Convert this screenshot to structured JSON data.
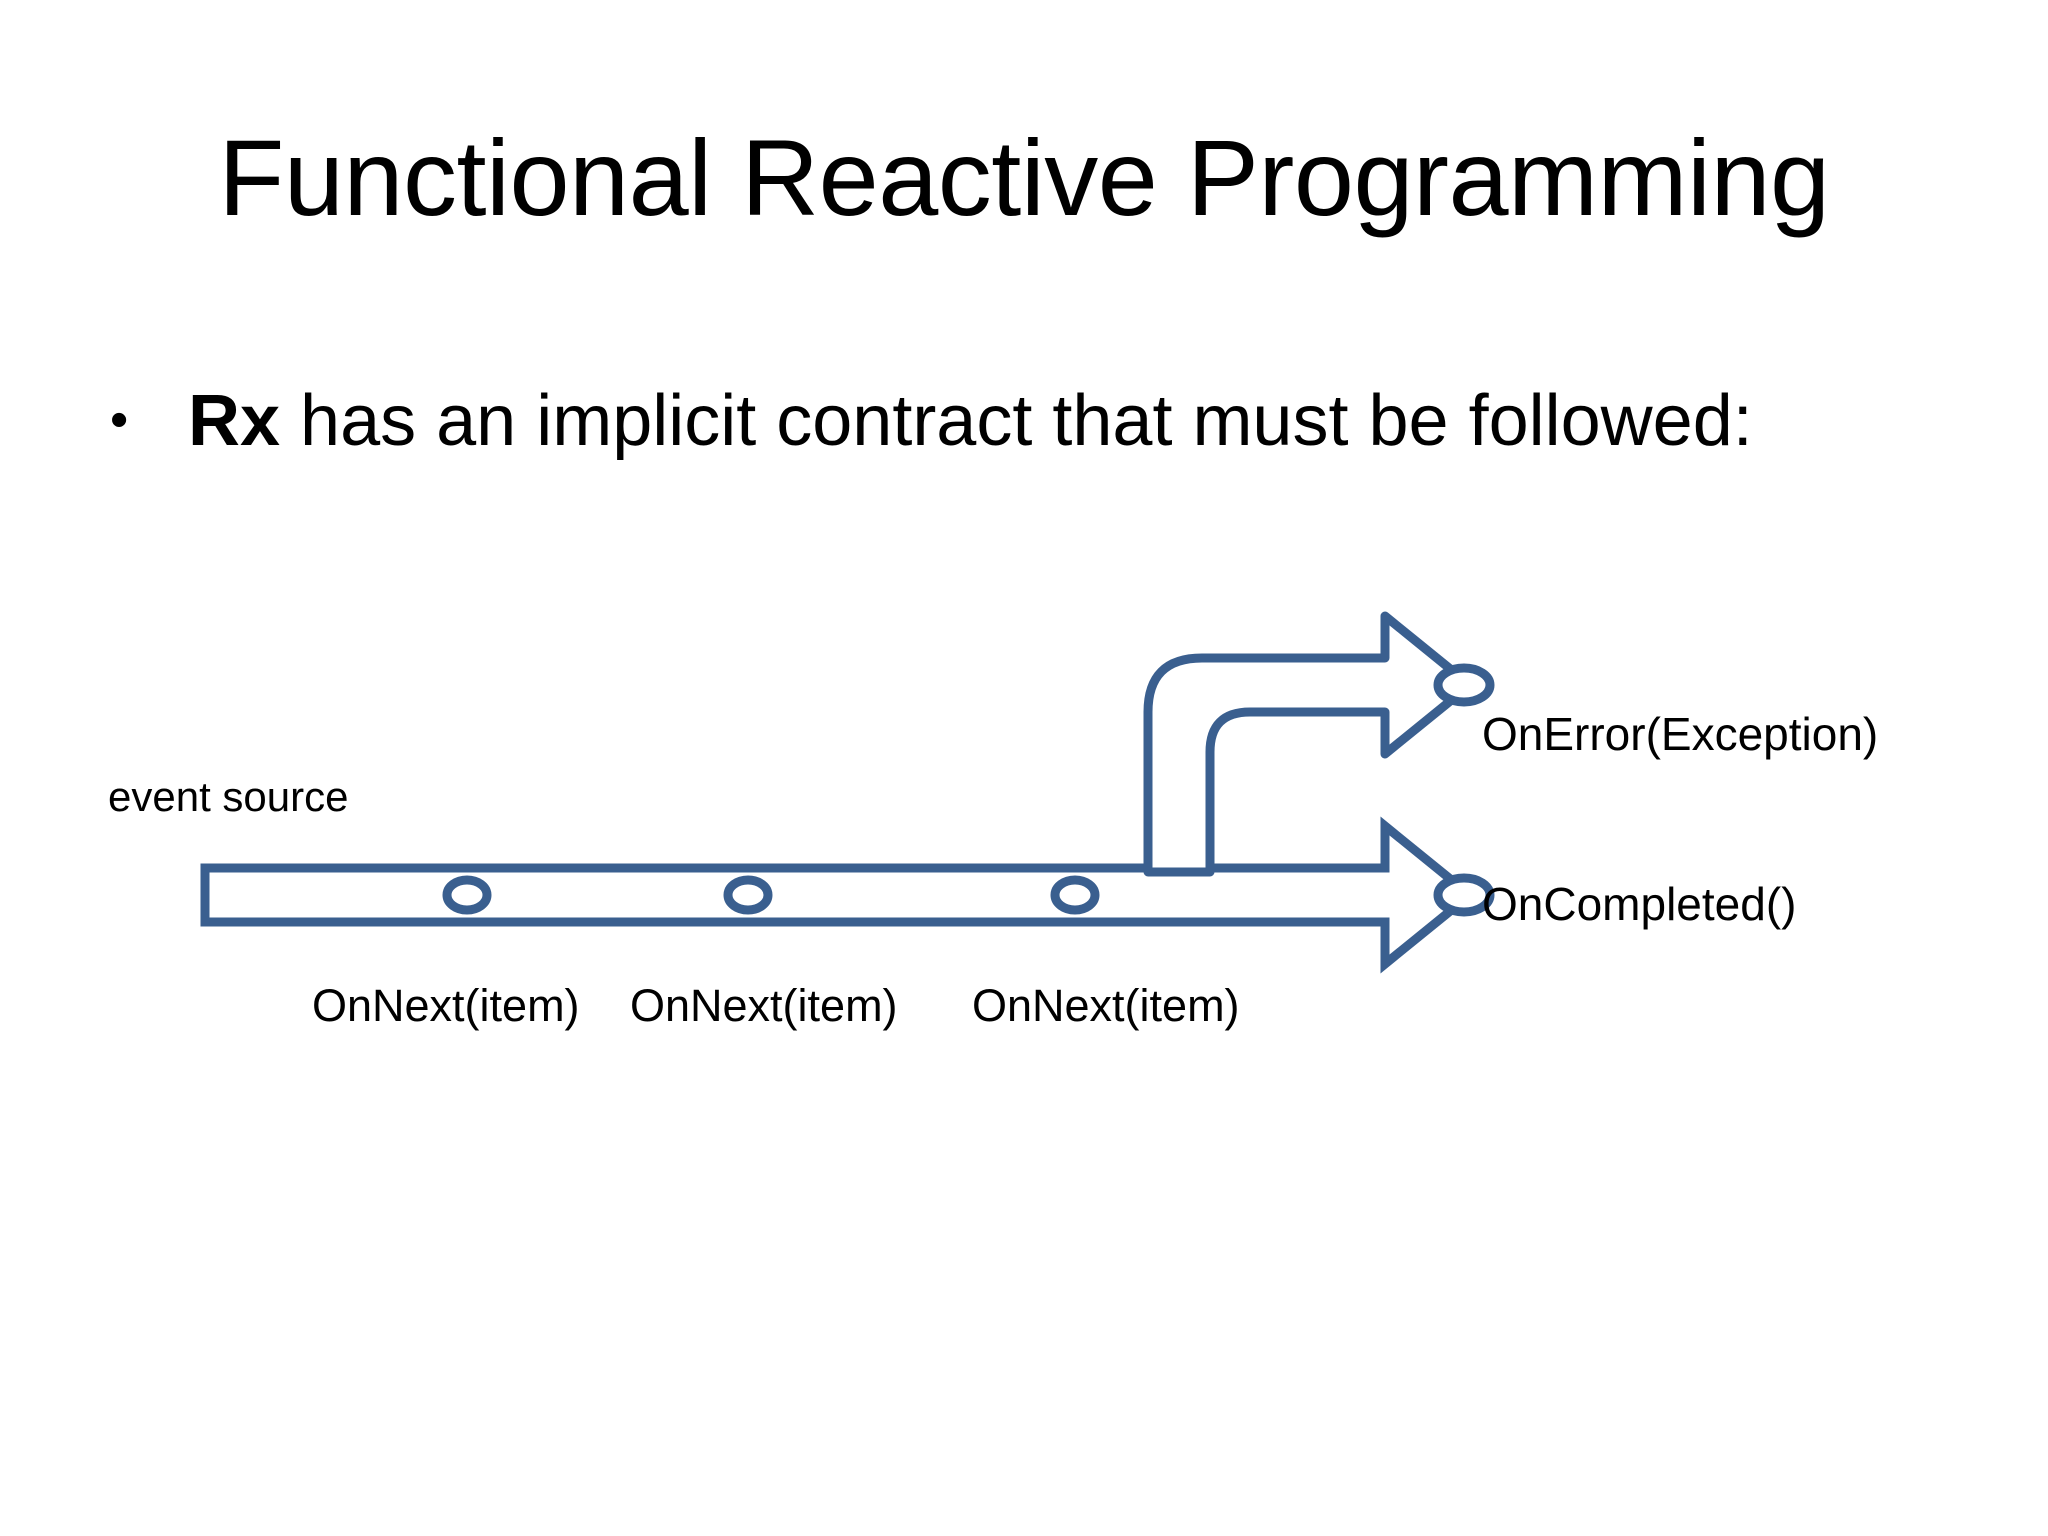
{
  "slide": {
    "title": "Functional Reactive Programming",
    "background_color": "#ffffff",
    "text_color": "#000000"
  },
  "body": {
    "bullet_marker": "•",
    "bullet_lead_bold": "Rx",
    "bullet_rest": " has an implicit contract that must be followed:"
  },
  "diagram": {
    "accent_color": "#3a5f8f",
    "stream_label": "event source",
    "error_label": "OnError(Exception)",
    "completed_label": "OnCompleted()",
    "next_labels": [
      "OnNext(item)",
      "OnNext(item)",
      "OnNext(item)"
    ],
    "event_marker_count": 3
  }
}
